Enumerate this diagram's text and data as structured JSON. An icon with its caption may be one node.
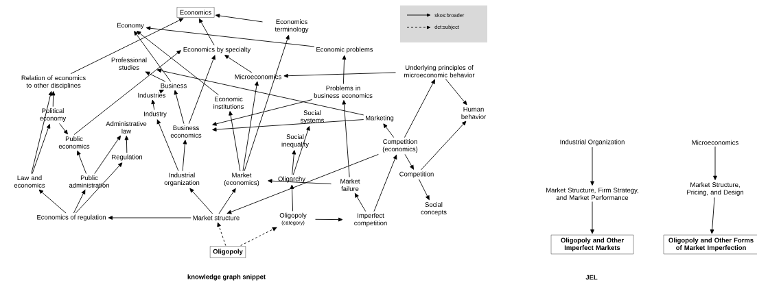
{
  "diagram": {
    "nodes": [
      {
        "text": [
          "Economics"
        ]
      },
      {
        "text": [
          "Economy"
        ]
      },
      {
        "text": [
          "Economics terminology"
        ]
      },
      {
        "text": [
          "Economics by specialty"
        ]
      },
      {
        "text": [
          "Economic problems"
        ]
      },
      {
        "text": [
          "Professional studies"
        ]
      },
      {
        "text": [
          "Relation of economics to other disciplines"
        ]
      },
      {
        "text": [
          "Microeconomics"
        ]
      },
      {
        "text": [
          "Underlying principles of microeconomic behavior"
        ]
      },
      {
        "text": [
          "Business"
        ]
      },
      {
        "text": [
          "Problems in business economics"
        ]
      },
      {
        "text": [
          "Industries"
        ]
      },
      {
        "text": [
          "Economic institutions"
        ]
      },
      {
        "text": [
          "Human behavior"
        ]
      },
      {
        "text": [
          "Political economy"
        ]
      },
      {
        "text": [
          "Industry"
        ]
      },
      {
        "text": [
          "Social systems"
        ]
      },
      {
        "text": [
          "Marketing"
        ]
      },
      {
        "text": [
          "Business economics"
        ]
      },
      {
        "text": [
          "Administrative law"
        ]
      },
      {
        "text": [
          "Public economics"
        ]
      },
      {
        "text": [
          "Social inequality"
        ]
      },
      {
        "text": [
          "Competition (economics)"
        ]
      },
      {
        "text": [
          "Regulation"
        ]
      },
      {
        "text": [
          "Law and economics"
        ]
      },
      {
        "text": [
          "Public administration"
        ]
      },
      {
        "text": [
          "Industrial organization"
        ]
      },
      {
        "text": [
          "Market (economics)"
        ]
      },
      {
        "text": [
          "Oligarchy"
        ]
      },
      {
        "text": [
          "Market failure"
        ]
      },
      {
        "text": [
          "Competition"
        ]
      },
      {
        "text": [
          "Social concepts"
        ]
      },
      {
        "text": [
          "Economics of regulation"
        ]
      },
      {
        "text": [
          "Market structure"
        ]
      },
      {
        "text": [
          "Oligopoly",
          "(category)"
        ]
      },
      {
        "text": [
          "Imperfect competition"
        ]
      },
      {
        "text": [
          "Oligopoly"
        ]
      },
      {
        "text": [
          "Industrial Organization"
        ]
      },
      {
        "text": [
          "Microeconomics"
        ]
      },
      {
        "text": [
          "Market Structure, Firm Strategy, and Market Performance"
        ]
      },
      {
        "text": [
          "Market Structure, Pricing, and Design"
        ]
      },
      {
        "text": [
          "Oligopoly and Other Imperfect Markets"
        ]
      },
      {
        "text": [
          "Oligopoly and Other Forms of Market Imperfection"
        ]
      }
    ],
    "edges": [
      {
        "from": 6,
        "to": 0,
        "arrow": "to"
      },
      {
        "from": 4,
        "to": 1,
        "arrow": "to"
      },
      {
        "from": 3,
        "to": 0,
        "arrow": "to"
      },
      {
        "from": 2,
        "to": 0,
        "arrow": "to"
      },
      {
        "from": 9,
        "to": 1,
        "arrow": "to"
      },
      {
        "from": 12,
        "to": 1,
        "arrow": "to"
      },
      {
        "from": 17,
        "to": 5,
        "arrow": "to"
      },
      {
        "from": 9,
        "to": 5,
        "arrow": "to"
      },
      {
        "from": 11,
        "to": 9,
        "arrow": "to"
      },
      {
        "from": 15,
        "to": 11,
        "arrow": "to"
      },
      {
        "from": 18,
        "to": 9,
        "arrow": "to"
      },
      {
        "from": 18,
        "to": 3,
        "arrow": "to"
      },
      {
        "from": 20,
        "to": 3,
        "arrow": "to"
      },
      {
        "from": 14,
        "to": 6,
        "arrow": "to"
      },
      {
        "from": 14,
        "to": 20,
        "arrow": "to"
      },
      {
        "from": 24,
        "to": 6,
        "arrow": "to"
      },
      {
        "from": 24,
        "to": 14,
        "arrow": "to"
      },
      {
        "from": 25,
        "to": 20,
        "arrow": "to"
      },
      {
        "from": 25,
        "to": 19,
        "arrow": "to"
      },
      {
        "from": 23,
        "to": 19,
        "arrow": "to"
      },
      {
        "from": 32,
        "to": 24,
        "arrow": "to"
      },
      {
        "from": 32,
        "to": 25,
        "arrow": "to"
      },
      {
        "from": 32,
        "to": 23,
        "arrow": "to"
      },
      {
        "from": 33,
        "to": 32,
        "arrow": "to"
      },
      {
        "from": 33,
        "to": 26,
        "arrow": "to"
      },
      {
        "from": 26,
        "to": 15,
        "arrow": "to"
      },
      {
        "from": 26,
        "to": 18,
        "arrow": "to"
      },
      {
        "from": 33,
        "to": 27,
        "arrow": "to"
      },
      {
        "from": 27,
        "to": 12,
        "arrow": "to"
      },
      {
        "from": 27,
        "to": 7,
        "arrow": "to"
      },
      {
        "from": 27,
        "to": 2,
        "arrow": "to"
      },
      {
        "from": 7,
        "to": 3,
        "arrow": "to"
      },
      {
        "from": 8,
        "to": 7,
        "arrow": "to"
      },
      {
        "from": 8,
        "to": 13,
        "arrow": "to"
      },
      {
        "from": 10,
        "to": 4,
        "arrow": "to"
      },
      {
        "from": 10,
        "to": 18,
        "arrow": "to"
      },
      {
        "from": 17,
        "to": 18,
        "arrow": "to"
      },
      {
        "from": 29,
        "to": 10,
        "arrow": "to"
      },
      {
        "from": 28,
        "to": 21,
        "arrow": "to"
      },
      {
        "from": 28,
        "to": 16,
        "arrow": "to"
      },
      {
        "from": 29,
        "to": 27,
        "arrow": "to"
      },
      {
        "from": 34,
        "to": 28,
        "arrow": "to"
      },
      {
        "from": 34,
        "to": 35,
        "arrow": "to"
      },
      {
        "from": 35,
        "to": 29,
        "arrow": "to"
      },
      {
        "from": 35,
        "to": 22,
        "arrow": "to"
      },
      {
        "from": 22,
        "to": 33,
        "arrow": "to"
      },
      {
        "from": 22,
        "to": 17,
        "arrow": "to"
      },
      {
        "from": 22,
        "to": 8,
        "arrow": "to"
      },
      {
        "from": 22,
        "to": 30,
        "arrow": "to"
      },
      {
        "from": 30,
        "to": 31,
        "arrow": "to"
      },
      {
        "from": 30,
        "to": 13,
        "arrow": "to"
      },
      {
        "from": 36,
        "to": 33,
        "arrow": "to",
        "style": "dashed"
      },
      {
        "from": 36,
        "to": 34,
        "arrow": "to",
        "style": "dashed"
      },
      {
        "from": 37,
        "to": 39,
        "arrow": "to"
      },
      {
        "from": 39,
        "to": 41,
        "arrow": "to"
      },
      {
        "from": 38,
        "to": 40,
        "arrow": "to"
      },
      {
        "from": 40,
        "to": 42,
        "arrow": "to"
      }
    ],
    "labels": [
      "knowledge graph snippet",
      "JEL"
    ],
    "legend": [
      {
        "text": "skos:broader"
      },
      {
        "text": "dct:subject"
      }
    ]
  }
}
